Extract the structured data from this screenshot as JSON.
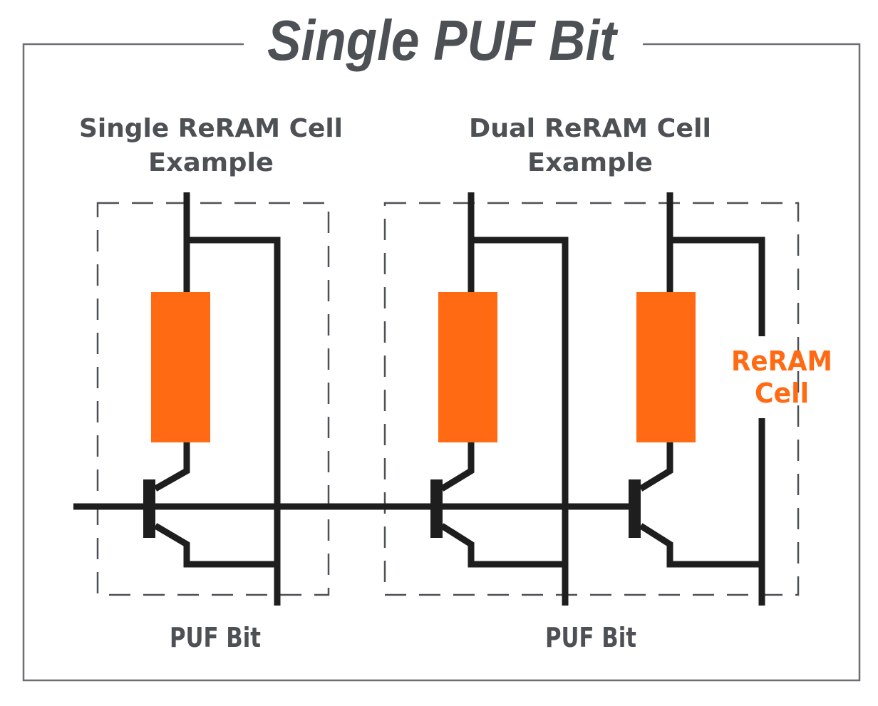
{
  "diagram": {
    "title": "Single PUF Bit",
    "colors": {
      "accent": "#ff6a13",
      "text": "#4d5054",
      "wire": "#1e1e1e",
      "frame": "#6b6e72"
    },
    "groups": [
      {
        "heading_line1": "Single ReRAM Cell",
        "heading_line2": "Example",
        "footer": "PUF Bit",
        "cell_count": 1
      },
      {
        "heading_line1": "Dual ReRAM Cell",
        "heading_line2": "Example",
        "footer": "PUF Bit",
        "cell_count": 2
      }
    ],
    "callout": {
      "line1": "ReRAM",
      "line2": "Cell"
    }
  }
}
